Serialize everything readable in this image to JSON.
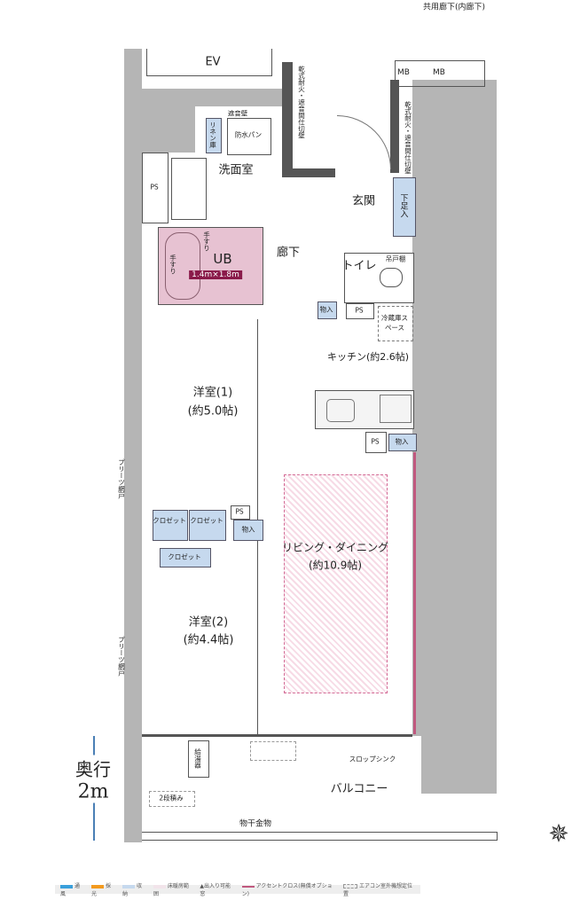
{
  "corridor_label": "共用廊下(内廊下)",
  "ev": "EV",
  "mb": [
    "MB",
    "MB"
  ],
  "partition_labels": [
    "乾式耐火・遮音間仕切壁",
    "乾式耐火・遮音間仕切壁"
  ],
  "sound_wall": "遮音壁",
  "rooms": {
    "linen": "リネン庫",
    "waterproof_pan": "防水パン",
    "washroom": "洗面室",
    "ps": "PS",
    "ub": "UB",
    "ub_size": "1.4m×1.8m",
    "handrail": "手すり",
    "hallway": "廊下",
    "entrance": "玄関",
    "shoe_storage": "下足入",
    "toilet": "トイレ",
    "hanging_shelf": "吊戸棚",
    "storage": "物入",
    "fridge": "冷蔵庫スペース",
    "kitchen": "キッチン(約2.6帖)",
    "western1": "洋室(1)",
    "western1_size": "(約5.0帖)",
    "closet": "クロゼット",
    "living": "リビング・ダイニング",
    "living_size": "(約10.9帖)",
    "western2": "洋室(2)",
    "western2_size": "(約4.4帖)",
    "pleated_screen": "プリーツ網戸",
    "water_heater": "給湯器",
    "stacked": "2段積み",
    "balcony": "バルコニー",
    "slop_sink": "スロップシンク",
    "clothes_hanger": "物干金物",
    "depth": "奥行",
    "depth_value": "2m"
  },
  "legend": [
    "通風",
    "採光",
    "収納",
    "床暖房範囲",
    "出入り可能窓",
    "アクセントクロス(無償オプション)",
    "エアコン室外機想定位置"
  ],
  "colors": {
    "storage": "#c6d9ee",
    "ub": "#e7c2d2",
    "accent": "#c0587e",
    "floor_heat": "#e05a8a",
    "wind": "#3aa0dc",
    "light": "#f39a1e"
  }
}
